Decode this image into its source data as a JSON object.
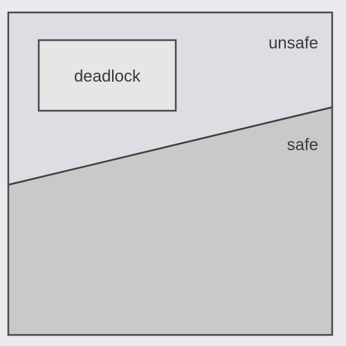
{
  "diagram": {
    "regions": {
      "unsafe_label": "unsafe",
      "safe_label": "safe",
      "deadlock_label": "deadlock"
    },
    "colors": {
      "background": "#e9e9ee",
      "unsafe_fill": "#dedde4",
      "safe_fill": "#c9c9c9",
      "deadlock_fill": "#e6e6e6",
      "stroke": "#4a4a4a",
      "text": "#3a3a3a"
    }
  }
}
